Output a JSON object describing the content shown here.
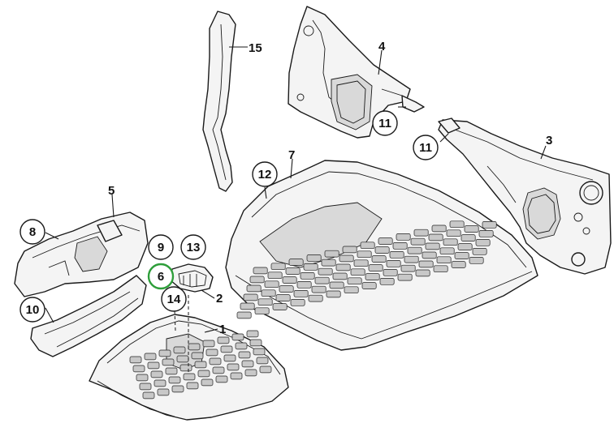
{
  "diagram": {
    "highlight_color": "#2e9e3a",
    "line_color": "#1a1a1a",
    "callouts": [
      {
        "id": "c8",
        "label": "8"
      },
      {
        "id": "c9",
        "label": "9"
      },
      {
        "id": "c13",
        "label": "13"
      },
      {
        "id": "c6",
        "label": "6",
        "highlighted": true
      },
      {
        "id": "c10",
        "label": "10"
      },
      {
        "id": "c14",
        "label": "14"
      },
      {
        "id": "c12",
        "label": "12"
      },
      {
        "id": "c11a",
        "label": "11"
      },
      {
        "id": "c11b",
        "label": "11"
      }
    ],
    "labels": [
      {
        "id": "l15",
        "label": "15"
      },
      {
        "id": "l4",
        "label": "4"
      },
      {
        "id": "l3",
        "label": "3"
      },
      {
        "id": "l7",
        "label": "7"
      },
      {
        "id": "l5",
        "label": "5"
      },
      {
        "id": "l2",
        "label": "2"
      },
      {
        "id": "l1",
        "label": "1"
      }
    ]
  }
}
